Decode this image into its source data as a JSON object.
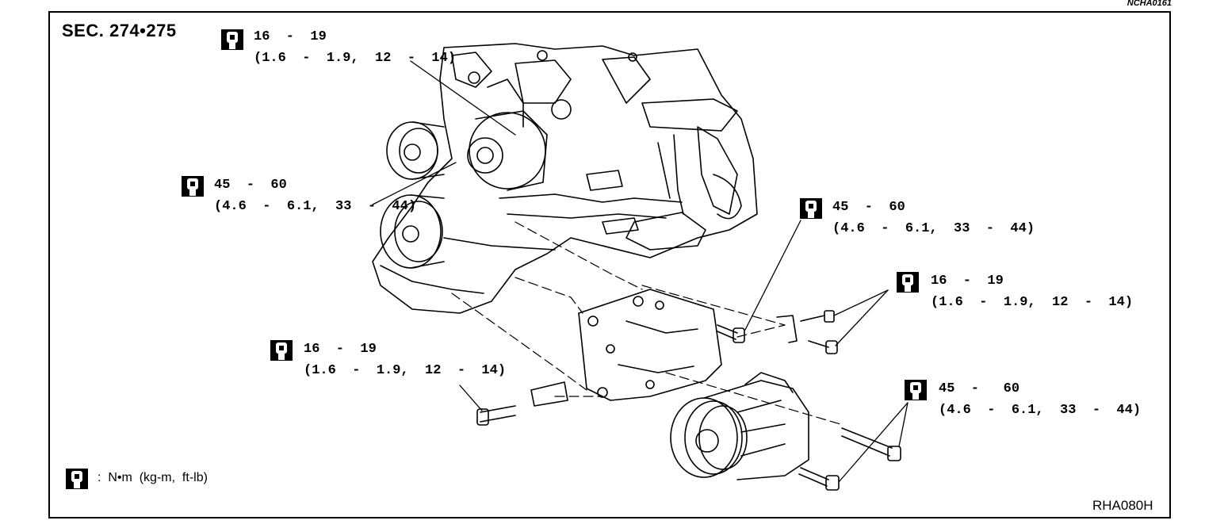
{
  "doc_code": "NCHA0161",
  "section": "SEC. 274•275",
  "figure_id": "RHA080H",
  "torque_specs": [
    {
      "range": "16  -  19",
      "detail": "(1.6  -  1.9,  12  -  14)"
    },
    {
      "range": "45  -  60",
      "detail": "(4.6  -  6.1,  33  -  44)"
    },
    {
      "range": "45  -  60",
      "detail": "(4.6  -  6.1,  33  -  44)"
    },
    {
      "range": "16  -  19",
      "detail": "(1.6  -  1.9,  12  -  14)"
    },
    {
      "range": "16  -  19",
      "detail": "(1.6  -  1.9,  12  -  14)"
    },
    {
      "range": "45  -   60",
      "detail": "(4.6  -  6.1,  33  -  44)"
    }
  ],
  "legend": {
    "icon": "torque-wrench-icon",
    "text": ":  N•m  (kg-m,  ft-lb)"
  }
}
